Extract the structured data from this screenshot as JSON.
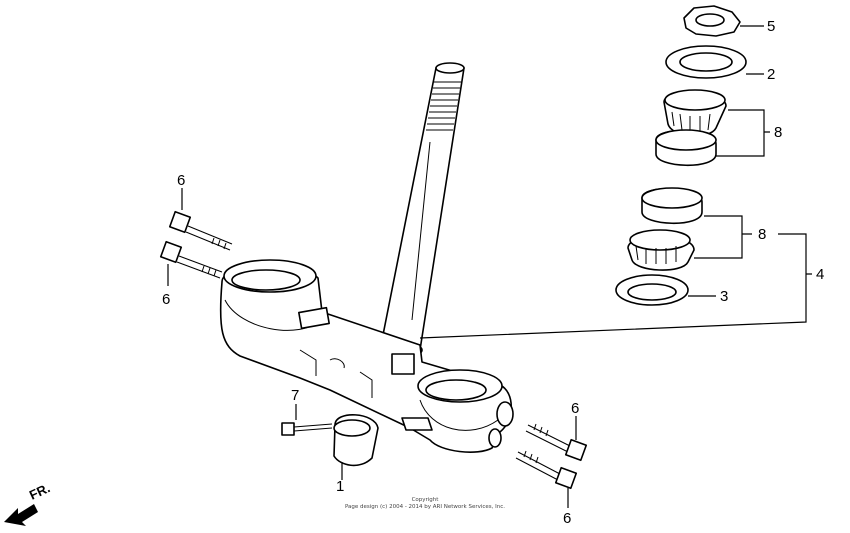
{
  "callouts": {
    "c1": "1",
    "c2": "2",
    "c3": "3",
    "c4": "4",
    "c5": "5",
    "c6a": "6",
    "c6b": "6",
    "c6c": "6",
    "c6d": "6",
    "c7": "7",
    "c8a": "8",
    "c8b": "8"
  },
  "direction_label": "FR.",
  "copyright": {
    "line1": "Copyright",
    "line2": "Page design (c) 2004 - 2014 by ARI Network Services, Inc."
  },
  "icons": {
    "direction": "front-arrow-icon"
  }
}
